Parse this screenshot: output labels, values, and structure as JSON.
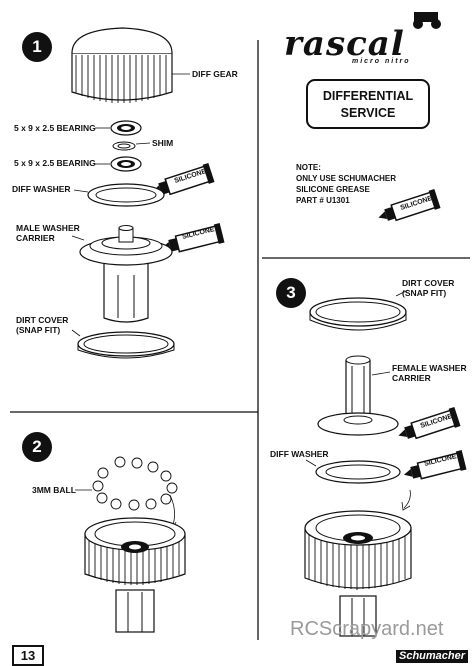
{
  "logo": {
    "name": "rascal",
    "sub": "micro nitro"
  },
  "title_box": {
    "line1": "DIFFERENTIAL",
    "line2": "SERVICE"
  },
  "note": {
    "line1": "NOTE:",
    "line2": "ONLY USE SCHUMACHER",
    "line3": "SILICONE GREASE",
    "line4": "PART # U1301"
  },
  "steps": {
    "s1": "1",
    "s2": "2",
    "s3": "3"
  },
  "labels": {
    "diff_gear": "DIFF GEAR",
    "bearing_a": "5 x 9 x 2.5 BEARING",
    "shim": "SHIM",
    "bearing_b": "5 x 9 x 2.5 BEARING",
    "diff_washer_1": "DIFF WASHER",
    "male_carrier_1": "MALE WASHER",
    "male_carrier_2": "CARRIER",
    "dirt_cover_1a": "DIRT COVER",
    "dirt_cover_1b": "(SNAP FIT)",
    "ball": "3MM BALL",
    "dirt_cover_3a": "DIRT COVER",
    "dirt_cover_3b": "(SNAP FIT)",
    "female_carrier_1": "FEMALE WASHER",
    "female_carrier_2": "CARRIER",
    "diff_washer_3": "DIFF WASHER"
  },
  "tube_text": "SILICONE",
  "page_number": "13",
  "brand": "Schumacher",
  "watermark": "RCScrapyard.net",
  "icons": [
    "gear-icon",
    "bearing-icon",
    "silicone-tube-icon",
    "washer-icon",
    "ball-icon"
  ]
}
